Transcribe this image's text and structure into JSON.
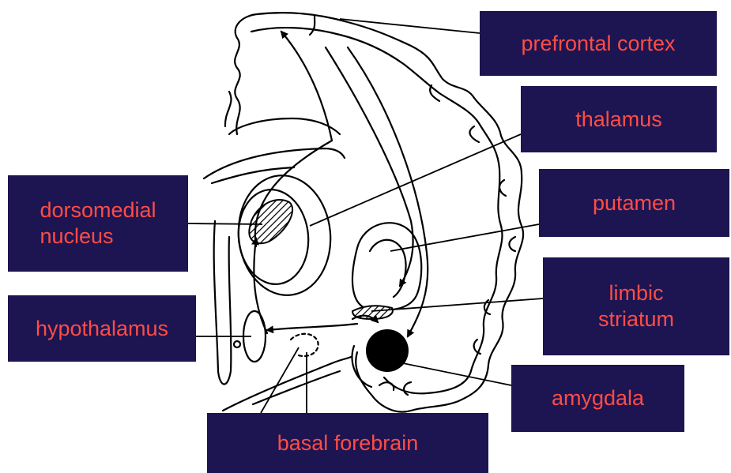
{
  "colors": {
    "box_background": "#1d1452",
    "label_text": "#ff4d45",
    "line": "#000000"
  },
  "labels": {
    "prefrontal_cortex": "prefrontal cortex",
    "thalamus": "thalamus",
    "putamen": "putamen",
    "limbic_striatum": "limbic\nstriatum",
    "amygdala": "amygdala",
    "dorsomedial_nucleus": "dorsomedial\nnucleus",
    "hypothalamus": "hypothalamus",
    "basal_forebrain": "basal forebrain"
  }
}
